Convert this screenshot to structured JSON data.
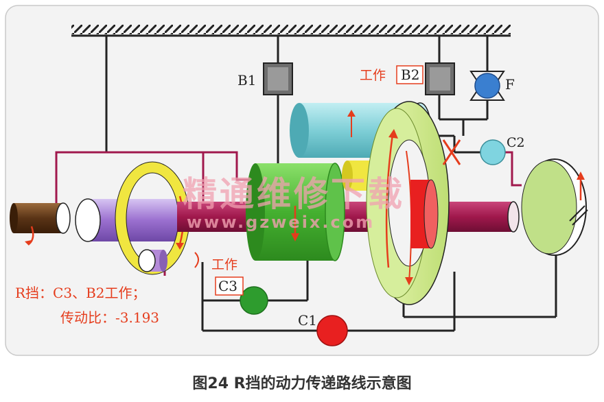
{
  "labels": {
    "b1": "B1",
    "b2_prefix": "工作",
    "b2": "B2",
    "f": "F",
    "c2": "C2",
    "c3_working": "工作",
    "c3": "C3",
    "c1": "C1"
  },
  "note": {
    "line1": "R挡：C3、B2工作；",
    "line2": "传动比：-3.193"
  },
  "watermark": {
    "cn": "精通维修下载",
    "url": "www.gzweix.com"
  },
  "caption": "图24 R挡的动力传递路线示意图",
  "colors": {
    "frame_bg": "#f3f3f3",
    "clutch_green": "#2e9c2e",
    "clutch_red": "#e82020",
    "c2_cyan": "#7fd4e0",
    "brake_gray": "#6e6e6e",
    "f_blue": "#3a7fd0",
    "path_maroon": "#a0184c",
    "purple": "#a07ad0",
    "gear_green": "#52c43a",
    "ring_lime": "#cce88a",
    "sun_yellow": "#f0e640",
    "cyan_gear": "#7fcfd7",
    "arrow_red": "#e53c1c"
  },
  "icons": [
    "ground-hatch",
    "rotation-arrow"
  ]
}
